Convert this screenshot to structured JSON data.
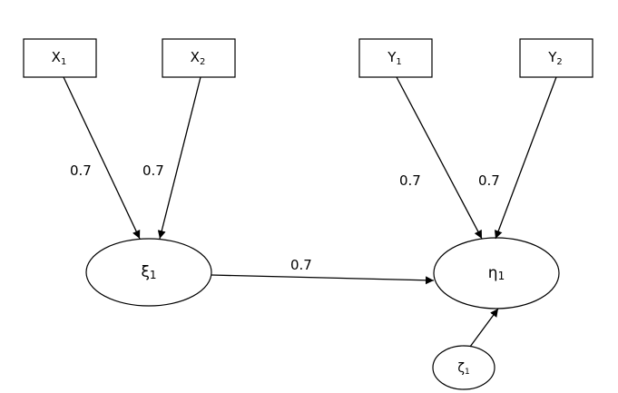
{
  "diagram": {
    "nodes": {
      "x1": {
        "main": "X",
        "sub": "1"
      },
      "x2": {
        "main": "X",
        "sub": "2"
      },
      "y1": {
        "main": "Y",
        "sub": "1"
      },
      "y2": {
        "main": "Y",
        "sub": "2"
      },
      "xi1": {
        "main": "ξ",
        "sub": "1"
      },
      "eta1": {
        "main": "η",
        "sub": "1"
      },
      "zeta1": {
        "main": "ζ",
        "sub": "1"
      }
    },
    "edges": {
      "x1_xi1": "0.7",
      "x2_xi1": "0.7",
      "y1_eta1": "0.7",
      "y2_eta1": "0.7",
      "xi1_eta1": "0.7"
    }
  }
}
